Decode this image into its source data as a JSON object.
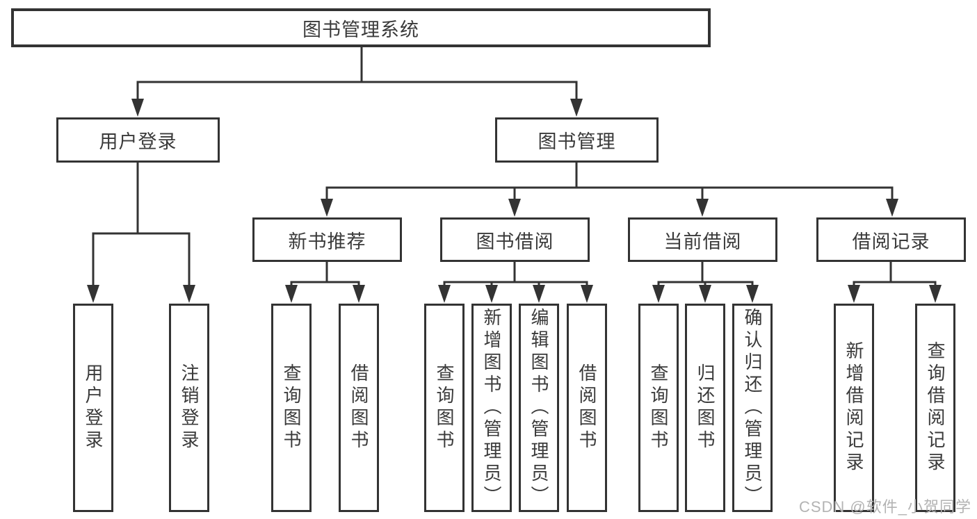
{
  "colors": {
    "line": "#333333",
    "text": "#3a3a3a",
    "watermark": "#b3b3b3",
    "background": "#ffffff"
  },
  "watermark": {
    "text": "CSDN @软件_小贺同学"
  },
  "tree": {
    "root": {
      "label": "图书管理系统"
    },
    "branches": [
      {
        "label": "用户登录",
        "leaves": [
          "用户登录",
          "注销登录"
        ]
      },
      {
        "label": "图书管理",
        "children": [
          {
            "label": "新书推荐",
            "leaves": [
              "查询图书",
              "借阅图书"
            ]
          },
          {
            "label": "图书借阅",
            "leaves": [
              "查询图书",
              "新增图书（管理员）",
              "编辑图书（管理员）",
              "借阅图书"
            ]
          },
          {
            "label": "当前借阅",
            "leaves": [
              "查询图书",
              "归还图书",
              "确认归还（管理员）"
            ]
          },
          {
            "label": "借阅记录",
            "leaves": [
              "新增借阅记录",
              "查询借阅记录"
            ]
          }
        ]
      }
    ]
  }
}
